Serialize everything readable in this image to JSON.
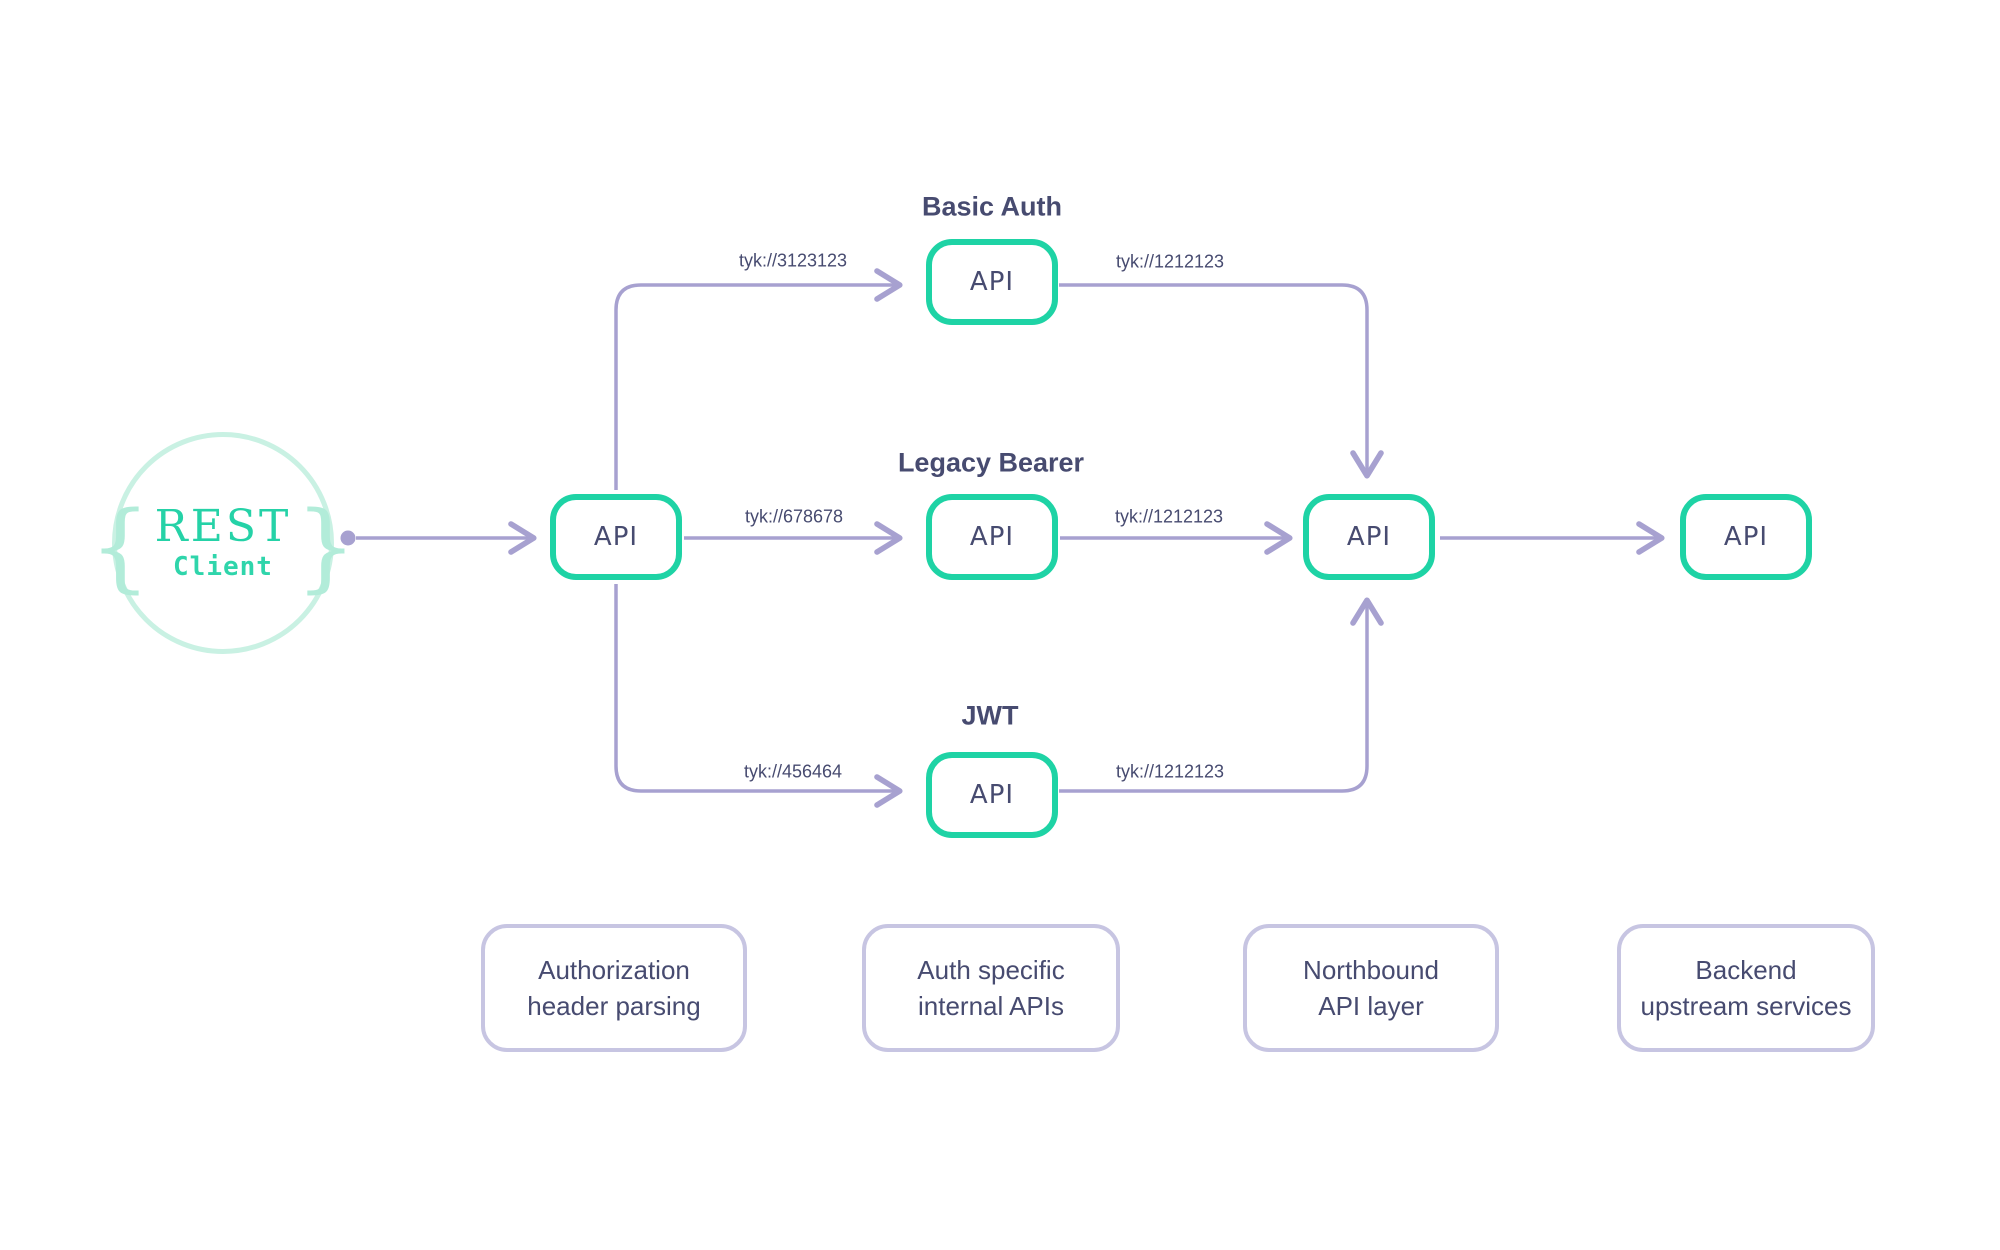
{
  "colors": {
    "node_border_teal": "#1ed3a5",
    "connector_purple": "#a7a1d0",
    "text_slate": "#474b70",
    "note_border_lavender": "#c7c5e2",
    "client_circle_mint": "#c9f1e3",
    "client_text_teal": "#25d2a7"
  },
  "client": {
    "brace_left": "{",
    "brace_right": "}",
    "title": "REST",
    "subtitle": "Client"
  },
  "nodes": {
    "gateway": {
      "label": "API"
    },
    "basic_auth": {
      "heading": "Basic Auth",
      "label": "API"
    },
    "legacy_bearer": {
      "heading": "Legacy Bearer",
      "label": "API"
    },
    "jwt": {
      "heading": "JWT",
      "label": "API"
    },
    "northbound": {
      "label": "API"
    },
    "backend": {
      "label": "API"
    }
  },
  "edge_labels": {
    "gateway_to_basic_auth": "tyk://3123123",
    "gateway_to_legacy_bearer": "tyk://678678",
    "gateway_to_jwt": "tyk://456464",
    "basic_auth_to_northbound": "tyk://1212123",
    "legacy_bearer_to_northbound": "tyk://1212123",
    "jwt_to_northbound": "tyk://1212123"
  },
  "footnotes": {
    "authorization": {
      "line1": "Authorization",
      "line2": "header parsing"
    },
    "internal": {
      "line1": "Auth specific",
      "line2": "internal APIs"
    },
    "northbound": {
      "line1": "Northbound",
      "line2": "API layer"
    },
    "backend": {
      "line1": "Backend",
      "line2": "upstream services"
    }
  }
}
